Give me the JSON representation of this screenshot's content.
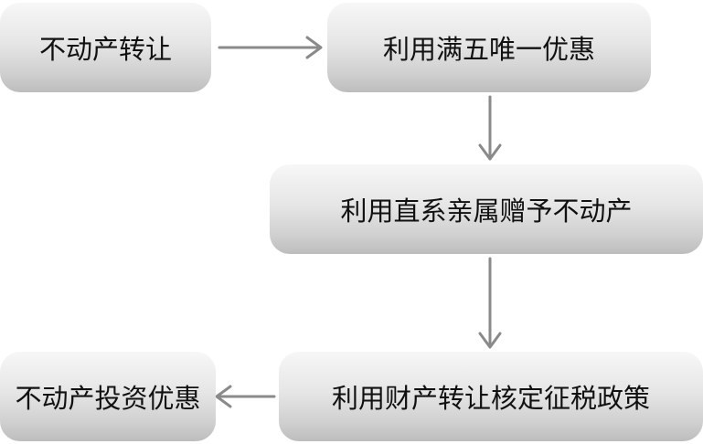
{
  "nodes": {
    "transfer": "不动产转让",
    "five_year_exemption": "利用满五唯一优惠",
    "family_gift": "利用直系亲属赠予不动产",
    "assessed_tax_policy": "利用财产转让核定征税政策",
    "investment_benefit": "不动产投资优惠"
  },
  "edges": [
    {
      "from": "transfer",
      "to": "five_year_exemption"
    },
    {
      "from": "five_year_exemption",
      "to": "family_gift"
    },
    {
      "from": "family_gift",
      "to": "assessed_tax_policy"
    },
    {
      "from": "assessed_tax_policy",
      "to": "investment_benefit"
    }
  ],
  "colors": {
    "box_light": "#f7f7f7",
    "box_dark": "#bdbdbd",
    "arrow": "#8a8a8a",
    "text": "#111111"
  }
}
